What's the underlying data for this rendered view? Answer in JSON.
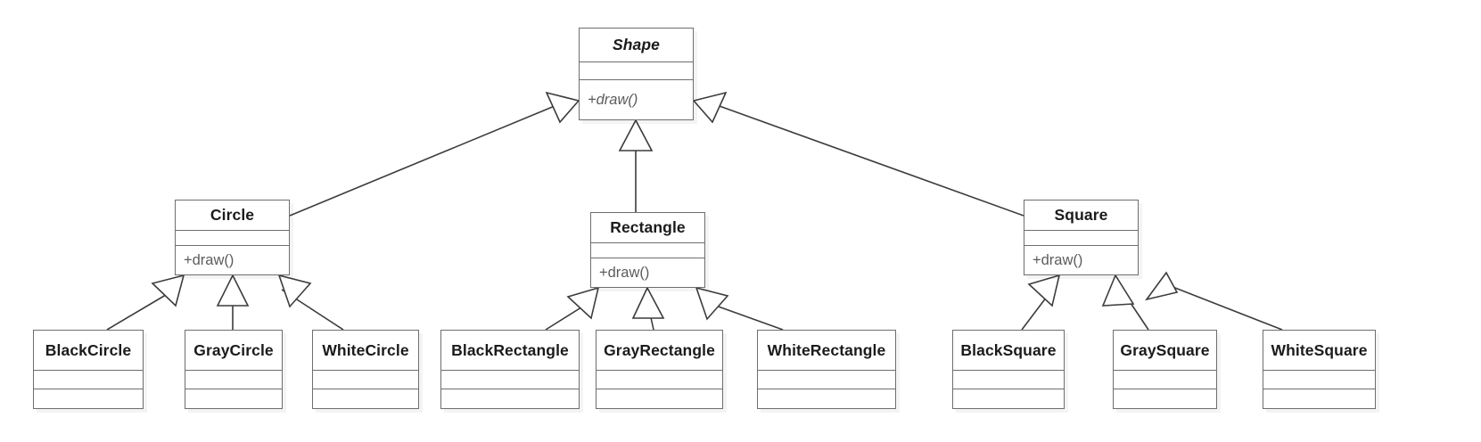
{
  "diagram": {
    "type": "uml-class-diagram",
    "relationship": "generalization",
    "arrowhead": "hollow-triangle",
    "colors": {
      "background": "#ffffff",
      "box_fill": "#ffffff",
      "box_border": "#6e6e6e",
      "edge_line": "#3c3c3c",
      "name_text": "#1b1b1b",
      "member_text": "#5c5c5c"
    },
    "classes": {
      "shape": {
        "name": "Shape",
        "abstract": true,
        "attributes": [],
        "operations": [
          "+draw()"
        ]
      },
      "circle": {
        "name": "Circle",
        "abstract": false,
        "attributes": [],
        "operations": [
          "+draw()"
        ]
      },
      "rectangle": {
        "name": "Rectangle",
        "abstract": false,
        "attributes": [],
        "operations": [
          "+draw()"
        ]
      },
      "square": {
        "name": "Square",
        "abstract": false,
        "attributes": [],
        "operations": [
          "+draw()"
        ]
      },
      "blackcircle": {
        "name": "BlackCircle",
        "abstract": false,
        "attributes": [],
        "operations": []
      },
      "graycircle": {
        "name": "GrayCircle",
        "abstract": false,
        "attributes": [],
        "operations": []
      },
      "whitecircle": {
        "name": "WhiteCircle",
        "abstract": false,
        "attributes": [],
        "operations": []
      },
      "blackrectangle": {
        "name": "BlackRectangle",
        "abstract": false,
        "attributes": [],
        "operations": []
      },
      "grayrectangle": {
        "name": "GrayRectangle",
        "abstract": false,
        "attributes": [],
        "operations": []
      },
      "whiterectangle": {
        "name": "WhiteRectangle",
        "abstract": false,
        "attributes": [],
        "operations": []
      },
      "blacksquare": {
        "name": "BlackSquare",
        "abstract": false,
        "attributes": [],
        "operations": []
      },
      "graysquare": {
        "name": "GraySquare",
        "abstract": false,
        "attributes": [],
        "operations": []
      },
      "whitesquare": {
        "name": "WhiteSquare",
        "abstract": false,
        "attributes": [],
        "operations": []
      }
    },
    "edges": [
      {
        "from": "Circle",
        "to": "Shape"
      },
      {
        "from": "Rectangle",
        "to": "Shape"
      },
      {
        "from": "Square",
        "to": "Shape"
      },
      {
        "from": "BlackCircle",
        "to": "Circle"
      },
      {
        "from": "GrayCircle",
        "to": "Circle"
      },
      {
        "from": "WhiteCircle",
        "to": "Circle"
      },
      {
        "from": "BlackRectangle",
        "to": "Rectangle"
      },
      {
        "from": "GrayRectangle",
        "to": "Rectangle"
      },
      {
        "from": "WhiteRectangle",
        "to": "Rectangle"
      },
      {
        "from": "BlackSquare",
        "to": "Square"
      },
      {
        "from": "GraySquare",
        "to": "Square"
      },
      {
        "from": "WhiteSquare",
        "to": "Square"
      }
    ]
  }
}
